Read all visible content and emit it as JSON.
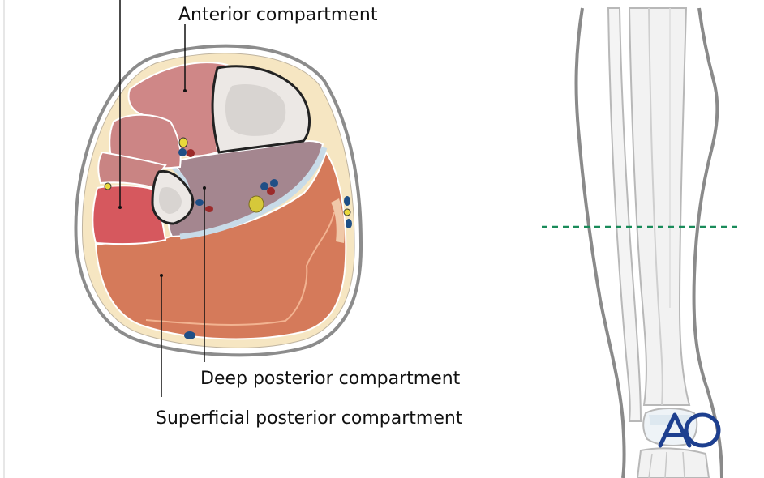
{
  "labels": {
    "anterior": "Anterior compartment",
    "deep_posterior": "Deep posterior compartment",
    "superficial_posterior": "Superficial posterior compartment"
  },
  "logo": {
    "text": "AO",
    "color": "#1d3f8f"
  },
  "colors": {
    "anterior_muscle": "#cf8787",
    "lateral_muscle": "#d6585e",
    "deep_posterior_muscle": "#a4868f",
    "superficial_posterior_muscle": "#d57a5a",
    "skin": "#f6e6c2",
    "bone": "#ece8e5",
    "marrow": "#d8d4d1",
    "vessel_blue": "#1f4f86",
    "nerve_yellow": "#e8d83c",
    "vessel_red": "#9c2a2a",
    "level_line": "#1a8b5a"
  },
  "icons": [
    "cross-section-icon",
    "leg-bone-icon",
    "ao-logo"
  ]
}
